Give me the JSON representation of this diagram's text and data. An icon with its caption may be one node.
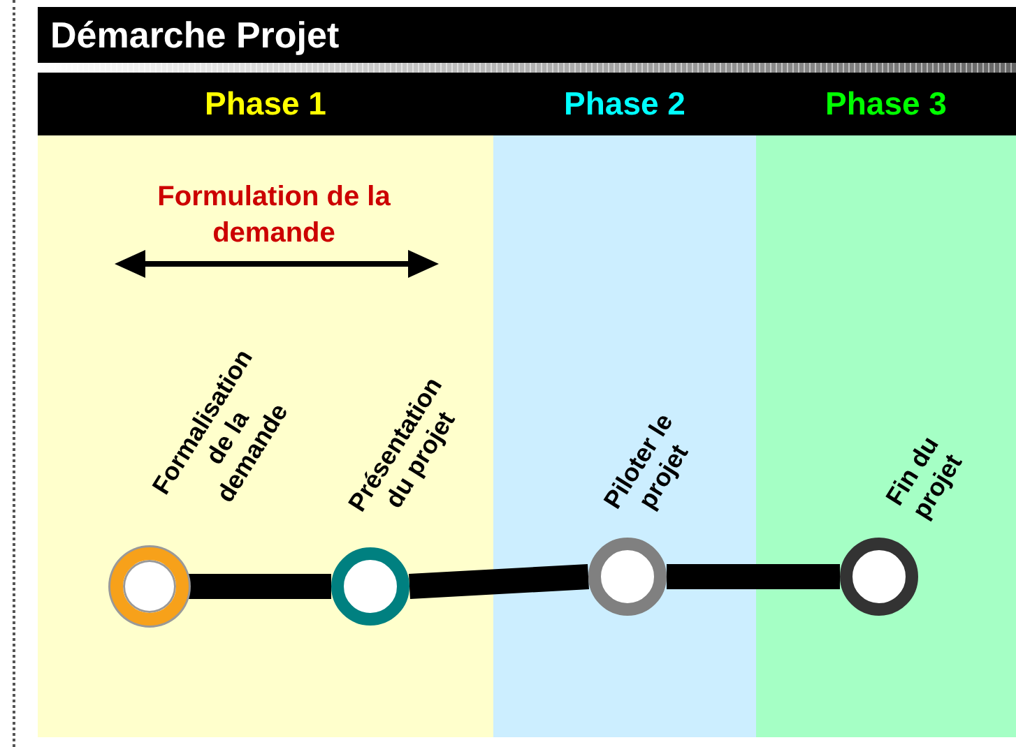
{
  "diagram": {
    "title": "Démarche Projet",
    "nodes": [
      {
        "text": [
          "Phase 1"
        ]
      },
      {
        "text": [
          "Phase 2"
        ]
      },
      {
        "text": [
          "Phase 3"
        ]
      },
      {
        "text": [],
        "shape": "circle",
        "in": 0,
        "beside": [
          "Formalisation de la demande"
        ]
      },
      {
        "text": [],
        "shape": "circle",
        "in": 0,
        "beside": [
          "Présentation du projet"
        ]
      },
      {
        "text": [],
        "shape": "circle",
        "in": 1,
        "beside": [
          "Piloter le projet"
        ]
      },
      {
        "text": [],
        "shape": "circle",
        "in": 2,
        "beside": [
          "Fin du projet"
        ]
      }
    ],
    "edges": [
      {
        "from": 3,
        "to": 4,
        "arrow": "none"
      },
      {
        "from": 4,
        "to": 5,
        "arrow": "none"
      },
      {
        "from": 5,
        "to": 6,
        "arrow": "none"
      }
    ],
    "labels": [
      "Formulation de la demande"
    ]
  }
}
